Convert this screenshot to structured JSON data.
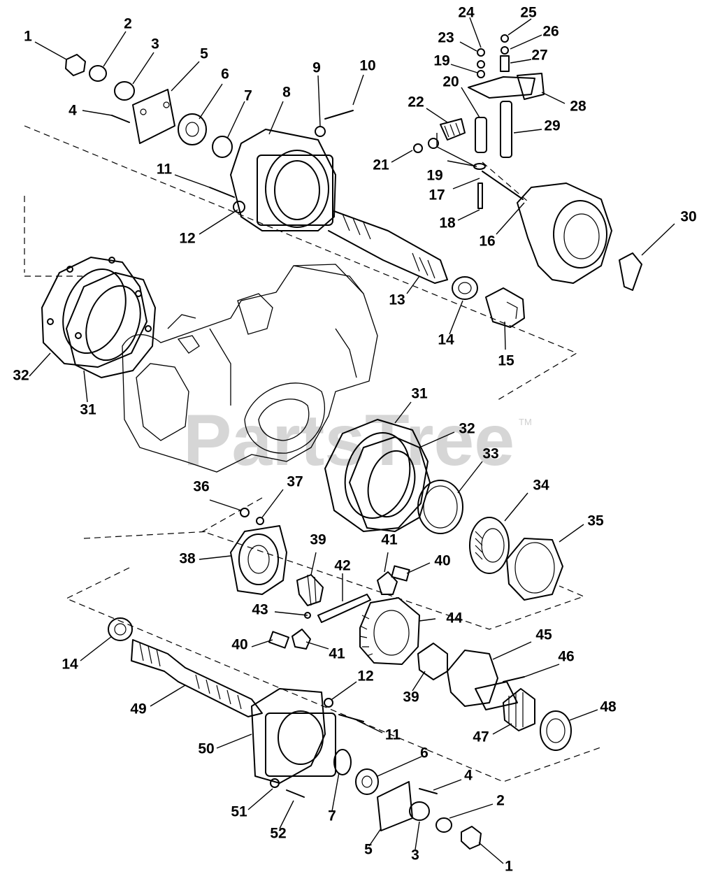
{
  "watermark": {
    "text": "PartsTree",
    "trademark": "TM"
  },
  "callouts": [
    {
      "id": "c1a",
      "label": "1"
    },
    {
      "id": "c2a",
      "label": "2"
    },
    {
      "id": "c3a",
      "label": "3"
    },
    {
      "id": "c4a",
      "label": "4"
    },
    {
      "id": "c5a",
      "label": "5"
    },
    {
      "id": "c6a",
      "label": "6"
    },
    {
      "id": "c7a",
      "label": "7"
    },
    {
      "id": "c8",
      "label": "8"
    },
    {
      "id": "c9",
      "label": "9"
    },
    {
      "id": "c10",
      "label": "10"
    },
    {
      "id": "c11a",
      "label": "11"
    },
    {
      "id": "c12a",
      "label": "12"
    },
    {
      "id": "c13",
      "label": "13"
    },
    {
      "id": "c14a",
      "label": "14"
    },
    {
      "id": "c15",
      "label": "15"
    },
    {
      "id": "c16",
      "label": "16"
    },
    {
      "id": "c17",
      "label": "17"
    },
    {
      "id": "c18",
      "label": "18"
    },
    {
      "id": "c19a",
      "label": "19"
    },
    {
      "id": "c19b",
      "label": "19"
    },
    {
      "id": "c20",
      "label": "20"
    },
    {
      "id": "c21",
      "label": "21"
    },
    {
      "id": "c22",
      "label": "22"
    },
    {
      "id": "c23",
      "label": "23"
    },
    {
      "id": "c24",
      "label": "24"
    },
    {
      "id": "c25",
      "label": "25"
    },
    {
      "id": "c26",
      "label": "26"
    },
    {
      "id": "c27",
      "label": "27"
    },
    {
      "id": "c28",
      "label": "28"
    },
    {
      "id": "c29",
      "label": "29"
    },
    {
      "id": "c30",
      "label": "30"
    },
    {
      "id": "c31a",
      "label": "31"
    },
    {
      "id": "c32a",
      "label": "32"
    },
    {
      "id": "c31b",
      "label": "31"
    },
    {
      "id": "c32b",
      "label": "32"
    },
    {
      "id": "c33",
      "label": "33"
    },
    {
      "id": "c34",
      "label": "34"
    },
    {
      "id": "c35",
      "label": "35"
    },
    {
      "id": "c36",
      "label": "36"
    },
    {
      "id": "c37",
      "label": "37"
    },
    {
      "id": "c38",
      "label": "38"
    },
    {
      "id": "c39a",
      "label": "39"
    },
    {
      "id": "c40a",
      "label": "40"
    },
    {
      "id": "c41a",
      "label": "41"
    },
    {
      "id": "c42",
      "label": "42"
    },
    {
      "id": "c43",
      "label": "43"
    },
    {
      "id": "c44",
      "label": "44"
    },
    {
      "id": "c40b",
      "label": "40"
    },
    {
      "id": "c41b",
      "label": "41"
    },
    {
      "id": "c45",
      "label": "45"
    },
    {
      "id": "c46",
      "label": "46"
    },
    {
      "id": "c14b",
      "label": "14"
    },
    {
      "id": "c39b",
      "label": "39"
    },
    {
      "id": "c12b",
      "label": "12"
    },
    {
      "id": "c49",
      "label": "49"
    },
    {
      "id": "c48",
      "label": "48"
    },
    {
      "id": "c11b",
      "label": "11"
    },
    {
      "id": "c47",
      "label": "47"
    },
    {
      "id": "c50",
      "label": "50"
    },
    {
      "id": "c6b",
      "label": "6"
    },
    {
      "id": "c4b",
      "label": "4"
    },
    {
      "id": "c2b",
      "label": "2"
    },
    {
      "id": "c51",
      "label": "51"
    },
    {
      "id": "c7b",
      "label": "7"
    },
    {
      "id": "c52",
      "label": "52"
    },
    {
      "id": "c5b",
      "label": "5"
    },
    {
      "id": "c3b",
      "label": "3"
    },
    {
      "id": "c1b",
      "label": "1"
    }
  ]
}
